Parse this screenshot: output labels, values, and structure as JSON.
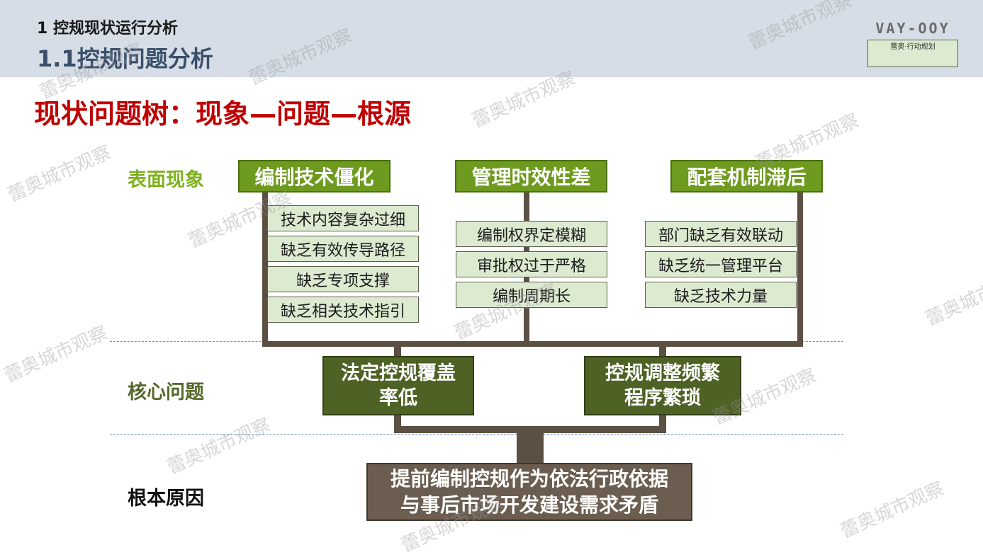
{
  "header": {
    "section_label": "1 控规现状运行分析",
    "section_title": "1.1控规问题分析",
    "logo_mark": "VAY-OOY",
    "logo_sub": "蕾奥·行动规划"
  },
  "title": "现状问题树：现象—问题—根源",
  "rows": {
    "surface": "表面现象",
    "core": "核心问题",
    "root": "根本原因"
  },
  "phenomena": [
    {
      "label": "编制技术僵化",
      "items": [
        "技术内容复杂过细",
        "缺乏有效传导路径",
        "缺乏专项支撑",
        "缺乏相关技术指引"
      ]
    },
    {
      "label": "管理时效性差",
      "items": [
        "编制权界定模糊",
        "审批权过于严格",
        "编制周期长"
      ]
    },
    {
      "label": "配套机制滞后",
      "items": [
        "部门缺乏有效联动",
        "缺乏统一管理平台",
        "缺乏技术力量"
      ]
    }
  ],
  "core_problems": [
    {
      "line1": "法定控规覆盖",
      "line2": "率低"
    },
    {
      "line1": "控规调整频繁",
      "line2": "程序繁琐"
    }
  ],
  "root_cause": {
    "line1": "提前编制控规作为依法行政依据",
    "line2": "与事后市场开发建设需求矛盾"
  },
  "watermark": "蕾奥城市观察",
  "colors": {
    "title_red": "#c00000",
    "phenomenon_green": "#6e9a1f",
    "core_green": "#4f6226",
    "root_brown": "#6b5e50",
    "trunk_brown": "#5c5043",
    "sub_fill": "#dcead0"
  }
}
